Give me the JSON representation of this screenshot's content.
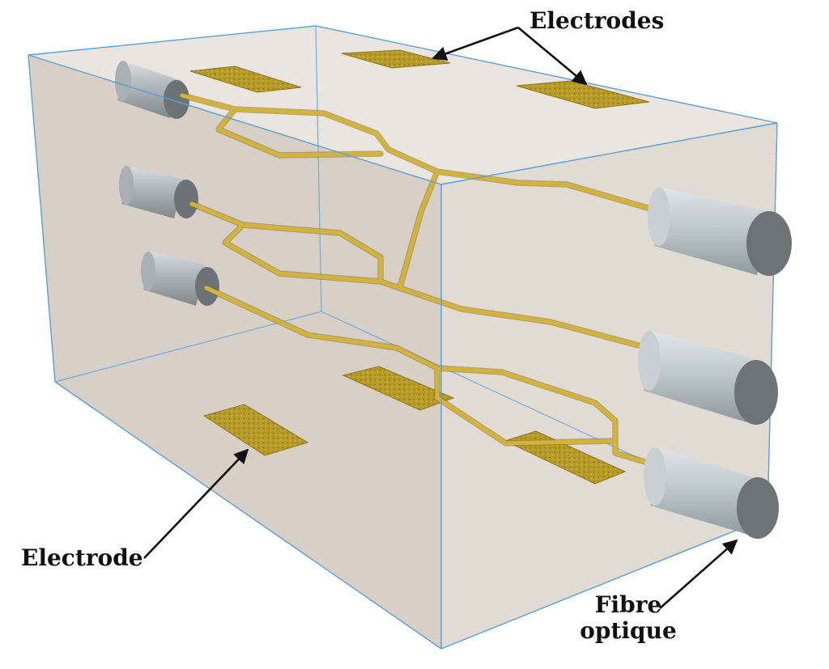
{
  "labels": {
    "electrodes": "Electrodes",
    "electrode": "Electrode",
    "fibre_line1": "Fibre",
    "fibre_line2": "optique"
  },
  "colors": {
    "block_fill": "#ddd4cc",
    "block_edge": "#5a9fd6",
    "waveguide": "#d2b23a",
    "waveguide_shadow": "#9c8322",
    "electrode_pad": "#b89d2a",
    "fiber_body": "#b9c3c9",
    "fiber_face": "#6d7378",
    "arrow": "#111111"
  },
  "icons": {
    "arrow": "arrow-icon"
  }
}
